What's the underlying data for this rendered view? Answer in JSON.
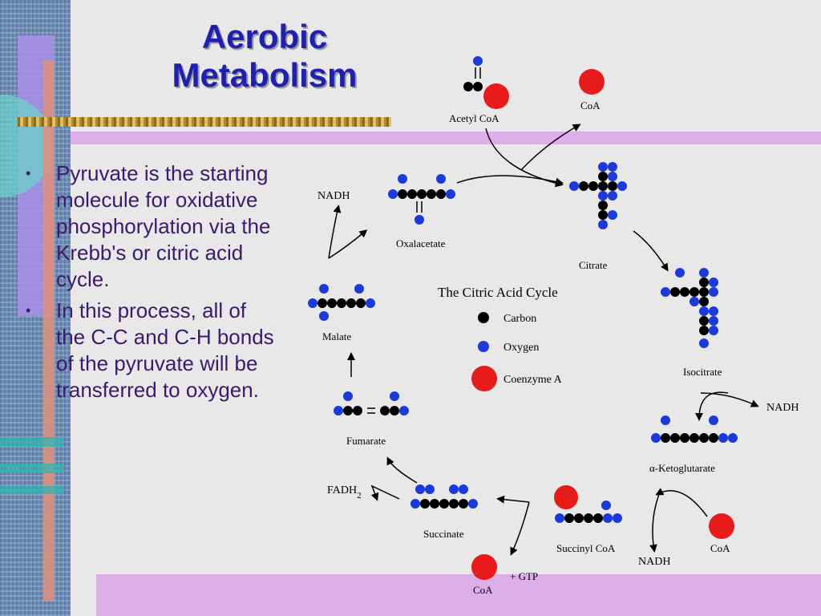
{
  "slide": {
    "title_line1": "Aerobic",
    "title_line2": "Metabolism",
    "bullets": [
      {
        "bullet_char": "•",
        "text": "Pyruvate is the starting molecule for oxidative phosphorylation via the Krebb's or citric acid cycle."
      },
      {
        "bullet_char": "•",
        "text": "In this process, all of the C-C and C-H bonds of the pyruvate will be transferred to oxygen."
      }
    ]
  },
  "colors": {
    "carbon": "#000000",
    "oxygen": "#1a3adc",
    "coenzyme_a": "#e81a1a",
    "title": "#2020b0",
    "body_text": "#3a1a6e"
  },
  "diagram": {
    "title": "The Citric Acid Cycle",
    "legend": {
      "carbon": "Carbon",
      "oxygen": "Oxygen",
      "coenzyme_a": "Coenzyme A"
    },
    "molecules": {
      "acetyl_coa": "Acetyl CoA",
      "coa_top": "CoA",
      "citrate": "Citrate",
      "isocitrate": "Isocitrate",
      "alpha_ketoglutarate": "α-Ketoglutarate",
      "succinyl_coa": "Succinyl CoA",
      "coa_right": "CoA",
      "succinate": "Succinate",
      "coa_bottom": "CoA",
      "gtp": "+ GTP",
      "fumarate": "Fumarate",
      "malate": "Malate",
      "oxaloacetate": "Oxalacetate"
    },
    "byproducts": {
      "nadh_isocitrate": "NADH",
      "nadh_succinyl": "NADH",
      "nadh_malate": "NADH",
      "fadh2": "FADH",
      "fadh2_sub": "2"
    }
  }
}
